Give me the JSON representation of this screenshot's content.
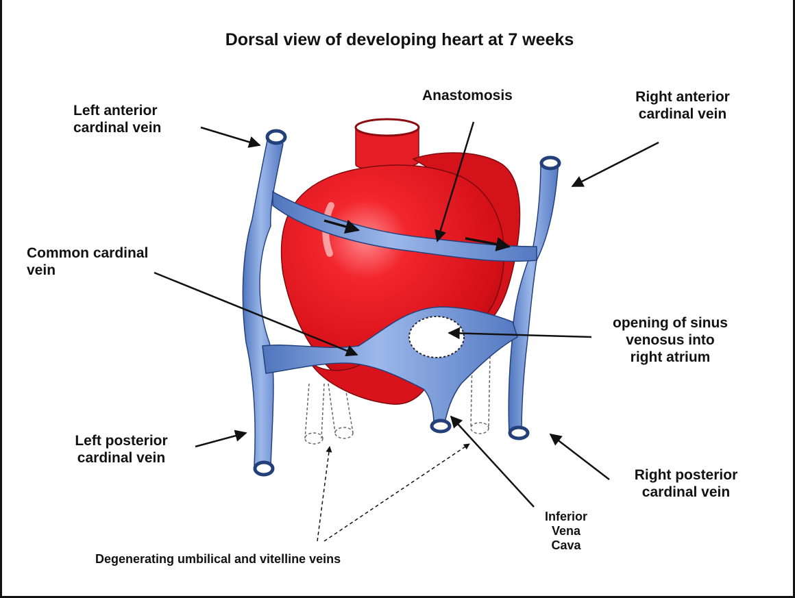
{
  "title": "Dorsal view of developing heart at 7 weeks",
  "labels": {
    "left_anterior": [
      "Left anterior",
      "cardinal vein"
    ],
    "anastomosis": "Anastomosis",
    "right_anterior": [
      "Right anterior",
      "cardinal vein"
    ],
    "common_cardinal": [
      "Common cardinal",
      "vein"
    ],
    "sinus_opening": [
      "opening of sinus",
      "venosus into",
      "right atrium"
    ],
    "left_posterior": [
      "Left posterior",
      "cardinal vein"
    ],
    "right_posterior": [
      "Right posterior",
      "cardinal vein"
    ],
    "ivc": [
      "Inferior",
      "Vena",
      "Cava"
    ],
    "degenerating": "Degenerating umbilical and vitelline veins"
  },
  "colors": {
    "heart": "#e8151e",
    "heart_dark": "#b10c12",
    "vein": "#6f95d6",
    "vein_light": "#a9c2ef",
    "vein_outline": "#24407a",
    "text": "#111111"
  }
}
